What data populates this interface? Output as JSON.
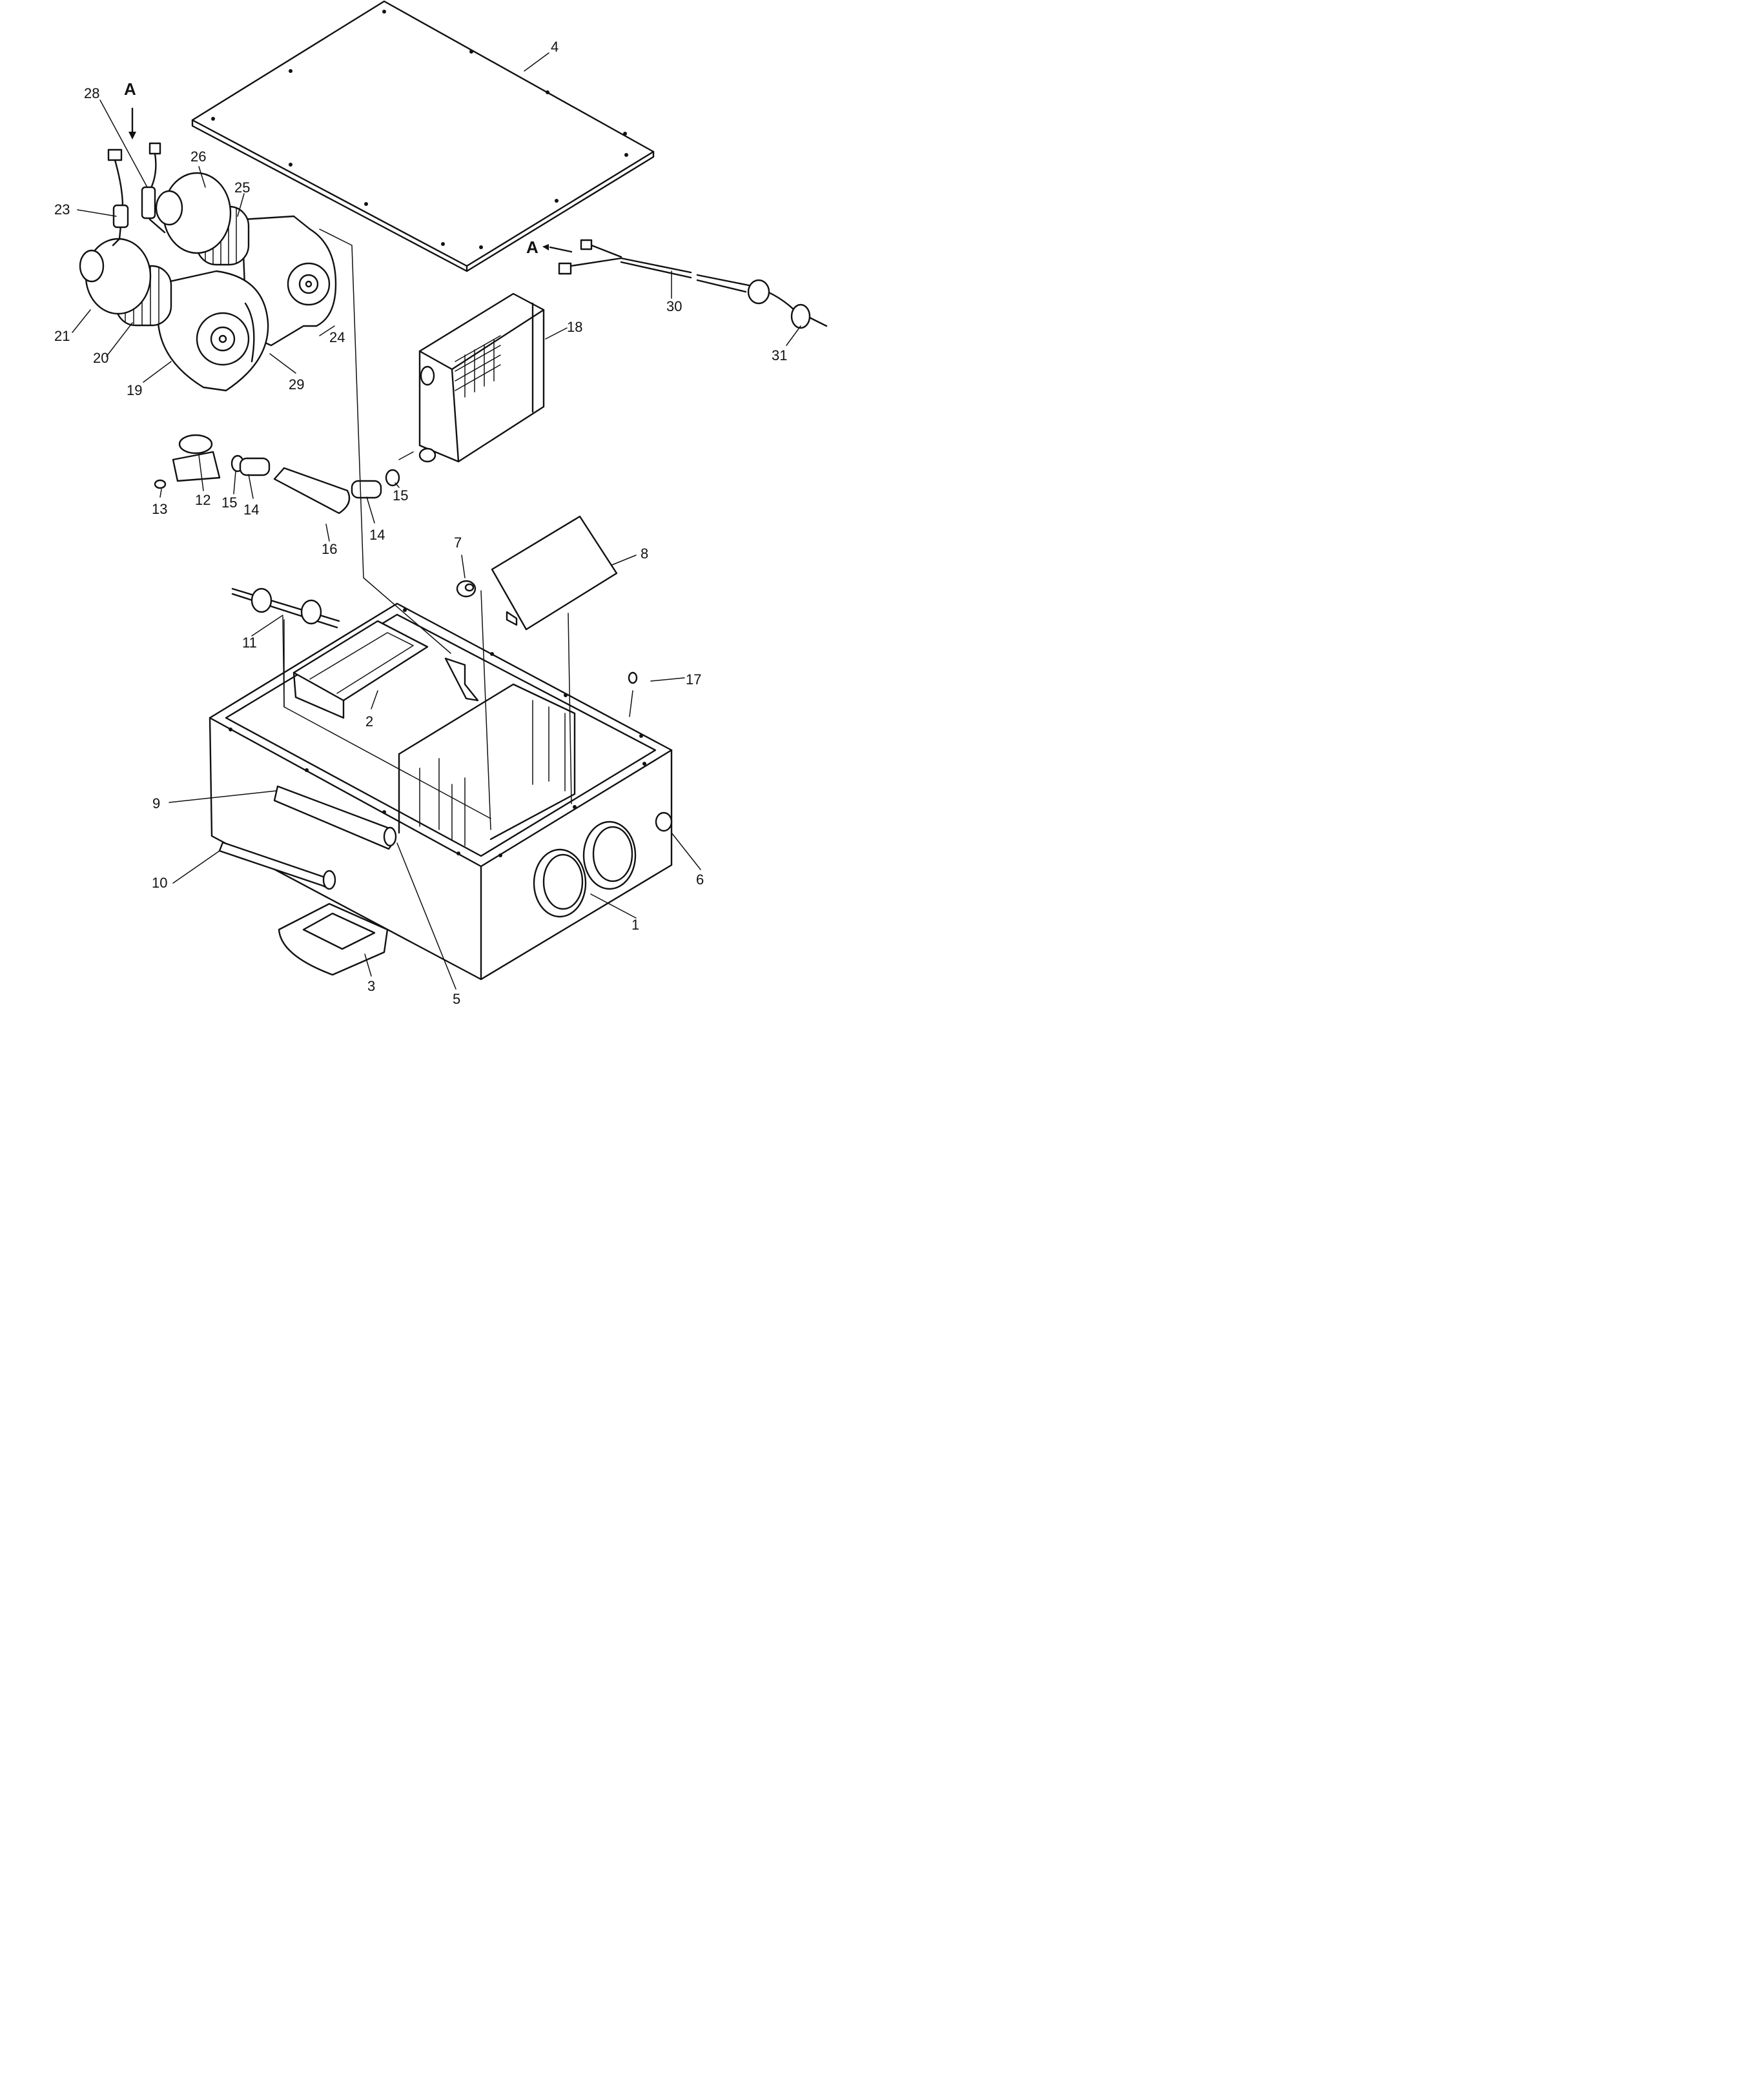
{
  "view_labels": {
    "a_top": "A",
    "a_right": "A"
  },
  "parts": {
    "p1": "1",
    "p2": "2",
    "p3": "3",
    "p4": "4",
    "p5": "5",
    "p6": "6",
    "p7": "7",
    "p8": "8",
    "p9": "9",
    "p10": "10",
    "p11": "11",
    "p12": "12",
    "p13": "13",
    "p14a": "14",
    "p14b": "14",
    "p15a": "15",
    "p15b": "15",
    "p16": "16",
    "p17": "17",
    "p18": "18",
    "p19": "19",
    "p20": "20",
    "p21": "21",
    "p23": "23",
    "p24": "24",
    "p25": "25",
    "p26": "26",
    "p28": "28",
    "p29": "29",
    "p30": "30",
    "p31": "31"
  }
}
